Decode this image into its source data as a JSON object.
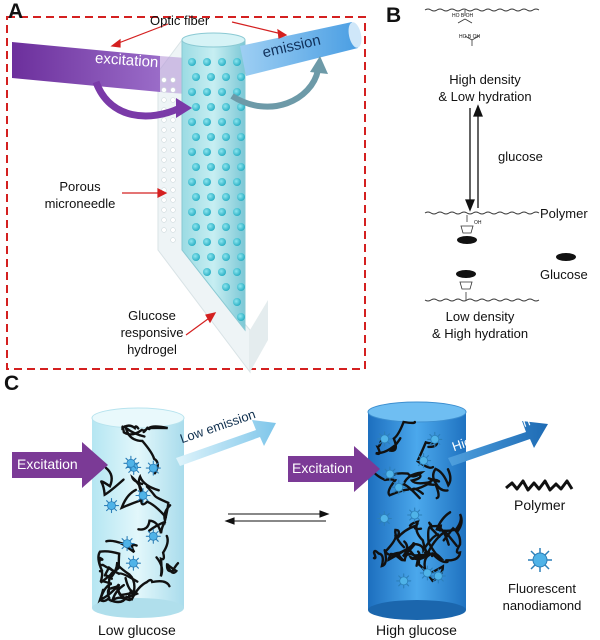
{
  "panels": {
    "a": {
      "letter": "A",
      "optic_fiber": "Optic fiber",
      "excitation": "excitation",
      "emission": "emission",
      "porous_line1": "Porous",
      "porous_line2": "microneedle",
      "hydrogel_line1": "Glucose",
      "hydrogel_line2": "responsive",
      "hydrogel_line3": "hydrogel",
      "colors": {
        "frame": "#d42020",
        "fiber_purple": "#7a3aa8",
        "fiber_blue": "#5aa9e6",
        "needle": "#8fd3dd",
        "dots": "#3fb8c8"
      }
    },
    "b": {
      "letter": "B",
      "high_density_line1": "High density",
      "high_density_line2": "& Low hydration",
      "glucose_arrow": "glucose",
      "polymer": "Polymer",
      "glucose": "Glucose",
      "low_density_line1": "Low density",
      "low_density_line2": "& High hydration",
      "chem_ho": "HO",
      "chem_b": "B",
      "chem_oh": "OH",
      "chem_o": "O"
    },
    "c": {
      "letter": "C",
      "excitation_left": "Excitation",
      "low_emission": "Low emission",
      "excitation_right": "Excitation",
      "high_emission": "High emission",
      "polymer_legend": "Polymer",
      "nanodiamond_line1": "Fluorescent",
      "nanodiamond_line2": "nanodiamond",
      "low_glucose": "Low glucose",
      "high_glucose": "High glucose",
      "colors": {
        "excitation_arrow": "#7b3a96",
        "emission_low": "#8ccfee",
        "emission_high": "#2a7fc1",
        "cyl_low": "#c8eef7",
        "cyl_high": "#2f8fd8",
        "diamond": "#4fb3e8"
      }
    }
  }
}
